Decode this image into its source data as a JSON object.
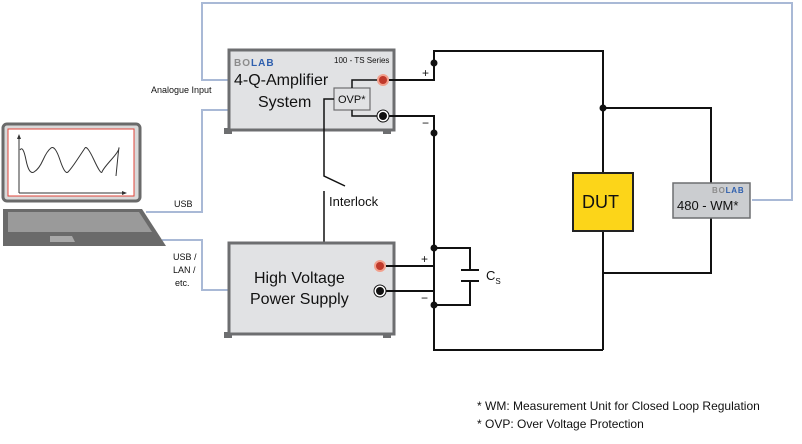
{
  "diagram": {
    "amplifier": {
      "brand": "BOLAB",
      "brand_prefix": "BO",
      "brand_suffix": "LAB",
      "series": "100 - TS Series",
      "title_line1": "4-Q-Amplifier",
      "title_line2": "System",
      "ovp_label": "OVP*"
    },
    "power_supply": {
      "title_line1": "High Voltage",
      "title_line2": "Power Supply"
    },
    "dut": {
      "label": "DUT"
    },
    "measurement_unit": {
      "brand_prefix": "BO",
      "brand_suffix": "LAB",
      "label": "480 - WM*"
    },
    "capacitor": {
      "label": "C",
      "subscript": "S"
    },
    "interlock_label": "Interlock",
    "connections": {
      "analogue_input": "Analogue Input",
      "usb": "USB",
      "usb_lan_line1": "USB /",
      "usb_lan_line2": "LAN /",
      "usb_lan_line3": "etc."
    },
    "polarity": {
      "plus": "+",
      "minus": "−"
    },
    "footnotes": [
      "* WM: Measurement Unit for Closed Loop Regulation",
      "* OVP: Over Voltage Protection"
    ],
    "colors": {
      "wire": "#111111",
      "signal_wire": "#a9b9d6",
      "device_fill": "#e1e2e4",
      "device_border": "#6d6e70",
      "dut_fill": "#fcd519",
      "positive_terminal": "#c0392b",
      "brand_grey": "#8c8c8c",
      "brand_blue": "#2e5fae",
      "screen_border": "#e0443a"
    }
  }
}
